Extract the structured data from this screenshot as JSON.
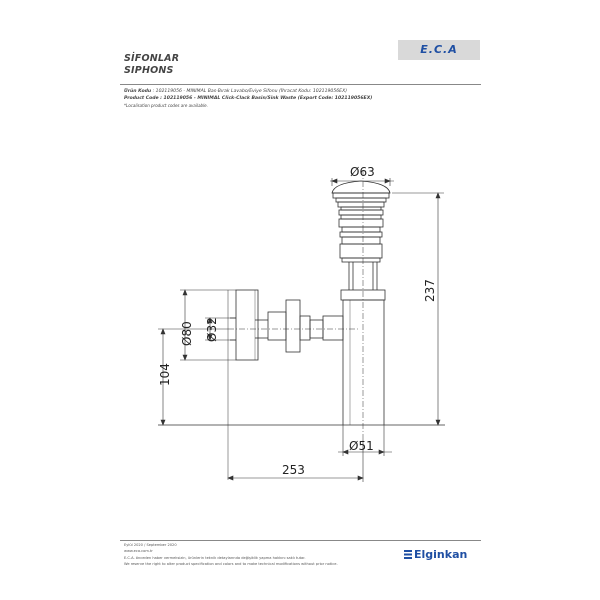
{
  "header": {
    "title_tr": "SİFONLAR",
    "title_en": "SIPHONS",
    "logo_text": "E.C.A"
  },
  "product_info": {
    "line1_label": "Ürün Kodu",
    "line1_value": ": 102119056 - MINIMAL Bas-Bırak Lavabo/Eviye Sifonu (İhracat Kodu: 102119056EX)",
    "line2_label": "Product Code",
    "line2_value": ": 102119056 - MINIMAL Click-Clack Basin/Sink Waste (Export Code: 102119056EX)",
    "note": "*Localisation product codes are available."
  },
  "dimensions": {
    "top_diameter": "Ø63",
    "overall_height": "237",
    "outer_diameter": "Ø80",
    "inner_diameter": "Ø32",
    "wall_height": "104",
    "bottom_diameter": "Ø51",
    "projection": "253"
  },
  "footer": {
    "date": "Eylül 2020 / September 2020",
    "website": "www.eca.com.tr",
    "note_tr": "E.C.A. önceden haber vermeksizin, ürünlerin teknik detaylarında değişiklik yapma hakkını saklı tutar.",
    "note_en": "We reserve the right to alter product specification and colors and to make technical modifications without prior notice.",
    "brand": "Elginkan"
  },
  "colors": {
    "brand_blue": "#1f4fa3",
    "line": "#333333"
  }
}
